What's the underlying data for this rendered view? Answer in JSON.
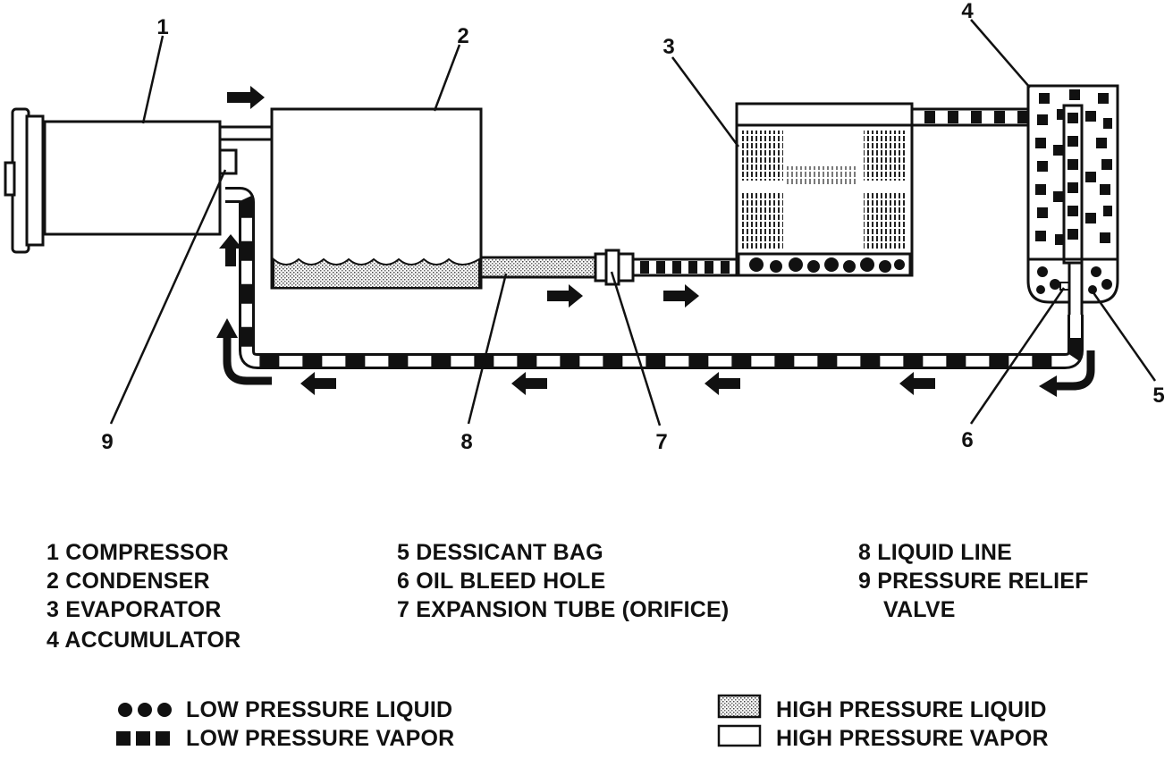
{
  "diagram": {
    "callouts": [
      "1",
      "2",
      "3",
      "4",
      "5",
      "6",
      "7",
      "8",
      "9"
    ],
    "parts_legend": {
      "col1": [
        "1  COMPRESSOR",
        "2  CONDENSER",
        "3  EVAPORATOR",
        "4  ACCUMULATOR"
      ],
      "col2": [
        "5  DESSICANT BAG",
        "6  OIL BLEED HOLE",
        "7  EXPANSION TUBE (ORIFICE)"
      ],
      "col3": [
        "8  LIQUID LINE",
        "9  PRESSURE RELIEF",
        "VALVE"
      ]
    },
    "state_legend": {
      "low_pressure_liquid": "LOW PRESSURE LIQUID",
      "low_pressure_vapor": "LOW PRESSURE VAPOR",
      "high_pressure_liquid": "HIGH PRESSURE LIQUID",
      "high_pressure_vapor": "HIGH PRESSURE VAPOR"
    },
    "colors": {
      "ink": "#111111",
      "paper": "#ffffff",
      "stipple": "#b8b8b8"
    }
  }
}
